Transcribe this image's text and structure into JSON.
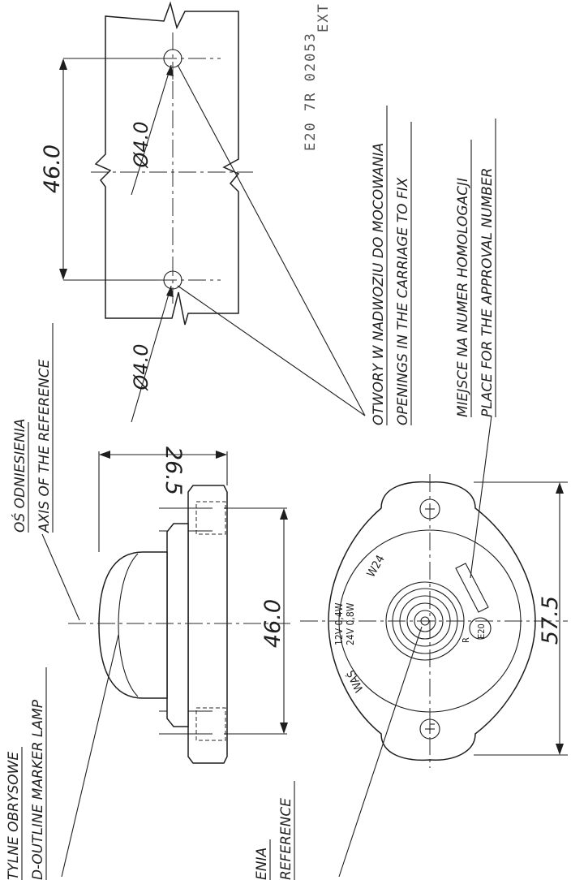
{
  "title": {
    "line1": "TYLNE OBRYSOWE",
    "line2": "D-OUTLINE MARKER LAMP"
  },
  "labels": {
    "axis_pl": "OŚ ODNIESIENIA",
    "axis_en": "AXIS OF THE REFERENCE",
    "axis_pl_partial": "ENIA",
    "axis_en_partial": "REFERENCE",
    "holes_pl": "OTWORY W NADWOZIU DO MOCOWANIA",
    "holes_en": "OPENINGS IN THE CARRIAGE TO FIX",
    "approval_pl": "MIEJSCE NA NUMER HOMOLOGACJI",
    "approval_en": "PLACE FOR THE APPROVAL NUMBER"
  },
  "stamp": {
    "line1": "E20 7R 02053",
    "line2": "EXT"
  },
  "dimensions": {
    "hole_spacing_top": "46.0",
    "hole_dia_1": "Ø4.0",
    "hole_dia_2": "Ø4.0",
    "height": "26.5",
    "side_width": "46.0",
    "front_width": "57.5"
  },
  "lamp_markings": {
    "rating_12v": "12V 0,4W",
    "rating_24v": "24V 0,8W",
    "bulb": "W24",
    "maker": "WAŚ",
    "approval_r": "R",
    "approval_e": "E20"
  }
}
